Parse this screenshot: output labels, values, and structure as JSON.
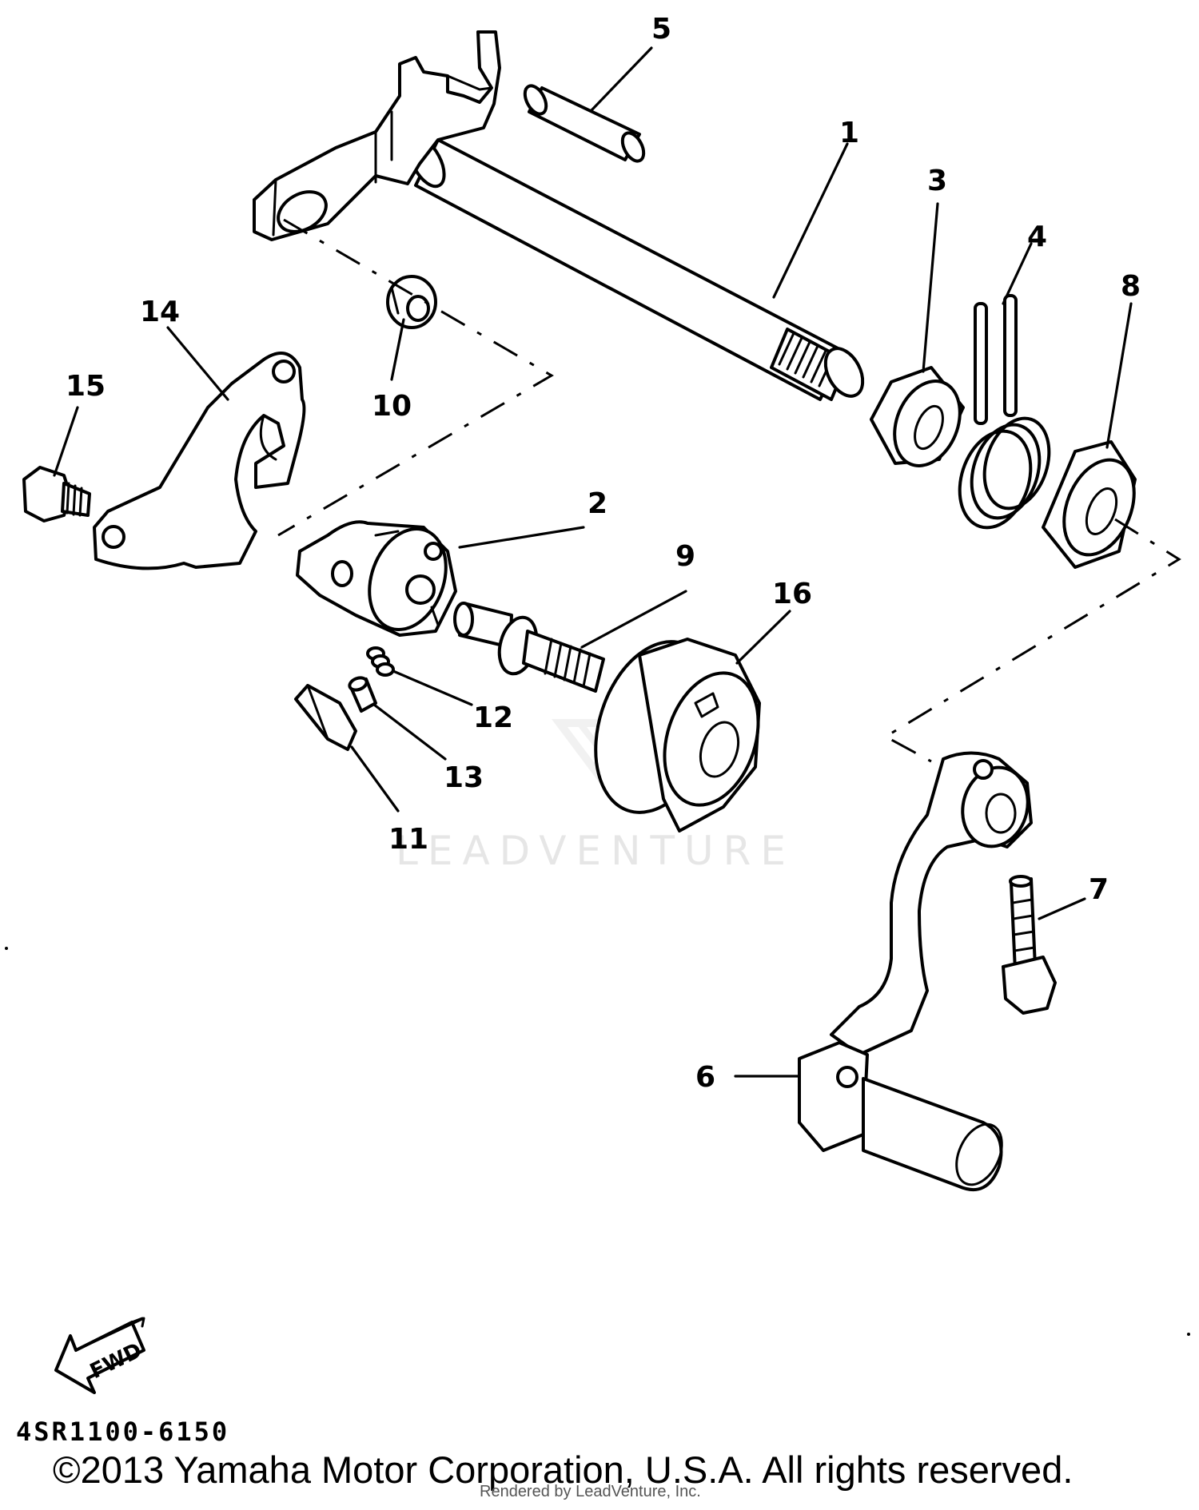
{
  "callouts": {
    "c1": "1",
    "c2": "2",
    "c3": "3",
    "c4": "4",
    "c5": "5",
    "c6": "6",
    "c7": "7",
    "c8": "8",
    "c9": "9",
    "c10": "10",
    "c11": "11",
    "c12": "12",
    "c13": "13",
    "c14": "14",
    "c15": "15",
    "c16": "16"
  },
  "fwd_arrow_label": "FWD",
  "watermark": "LEADVENTURE",
  "diagram_code": "4SR1100-6150",
  "copyright": "©2013 Yamaha Motor Corporation, U.S.A. All rights reserved.",
  "rendered_by": "Rendered by LeadVenture, Inc."
}
